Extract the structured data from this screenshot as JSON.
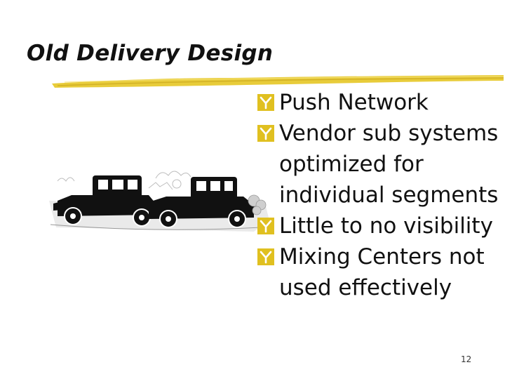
{
  "slide": {
    "title": "Old Delivery Design",
    "bullets": [
      {
        "text": "Push Network"
      },
      {
        "text": "Vendor sub systems optimized for individual segments"
      },
      {
        "text": "Little to no visibility"
      },
      {
        "text": "Mixing Centers not used effectively"
      }
    ],
    "slide_number": "12"
  },
  "illustration": {
    "icon": "vintage-cars-clipart"
  },
  "colors": {
    "title_text": "#111111",
    "underline": "#e8cc3a",
    "bullet_marker": "#e0c020",
    "body_text": "#111111"
  }
}
